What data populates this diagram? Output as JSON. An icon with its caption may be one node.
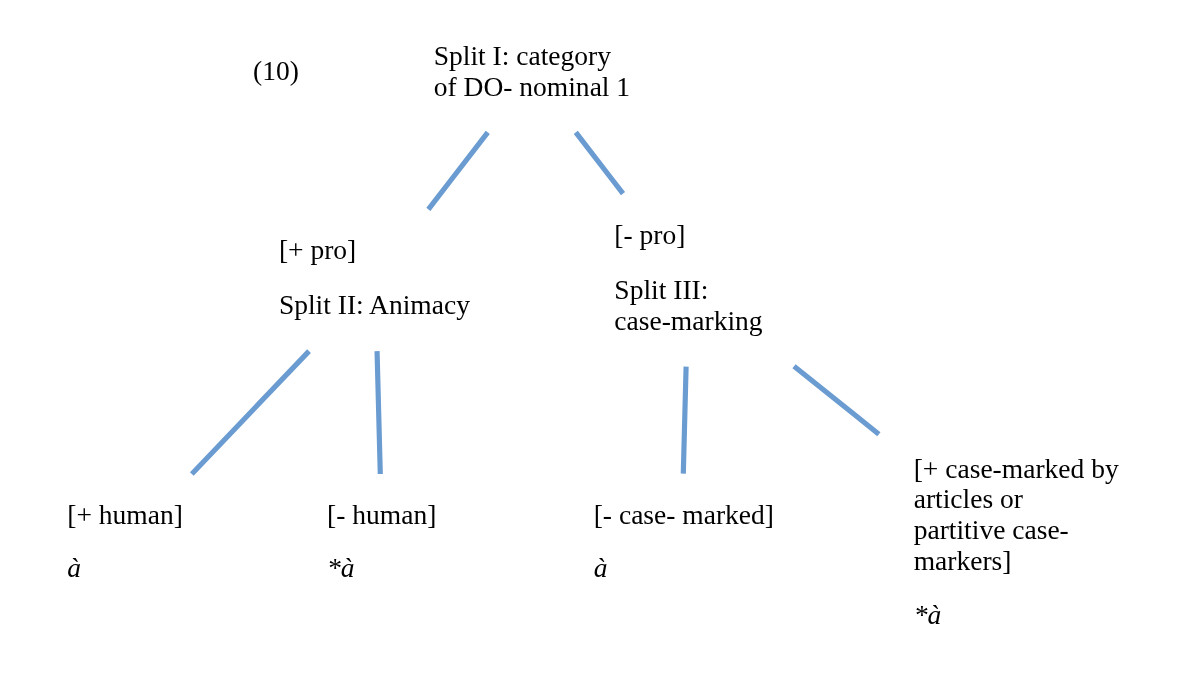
{
  "diagram": {
    "nodes": [
      {
        "text": [
          "Split I: category of DO- nominal 1"
        ]
      },
      {
        "text": [
          "[+ pro]",
          "Split II: Animacy"
        ]
      },
      {
        "text": [
          "[- pro]",
          "Split III: case-marking"
        ]
      },
      {
        "text": [
          "[+ human]",
          "à"
        ]
      },
      {
        "text": [
          "[- human]",
          "*à"
        ]
      },
      {
        "text": [
          "[- case- marked]",
          "à"
        ]
      },
      {
        "text": [
          "[+ case-marked by articles or partitive case- markers]",
          "*à"
        ]
      }
    ],
    "edges": [
      {
        "from": 0,
        "to": 1,
        "arrow": "none"
      },
      {
        "from": 0,
        "to": 2,
        "arrow": "none"
      },
      {
        "from": 1,
        "to": 3,
        "arrow": "none"
      },
      {
        "from": 1,
        "to": 4,
        "arrow": "none"
      },
      {
        "from": 2,
        "to": 5,
        "arrow": "none"
      },
      {
        "from": 2,
        "to": 6,
        "arrow": "none"
      }
    ],
    "labels": [
      "(10)"
    ]
  }
}
